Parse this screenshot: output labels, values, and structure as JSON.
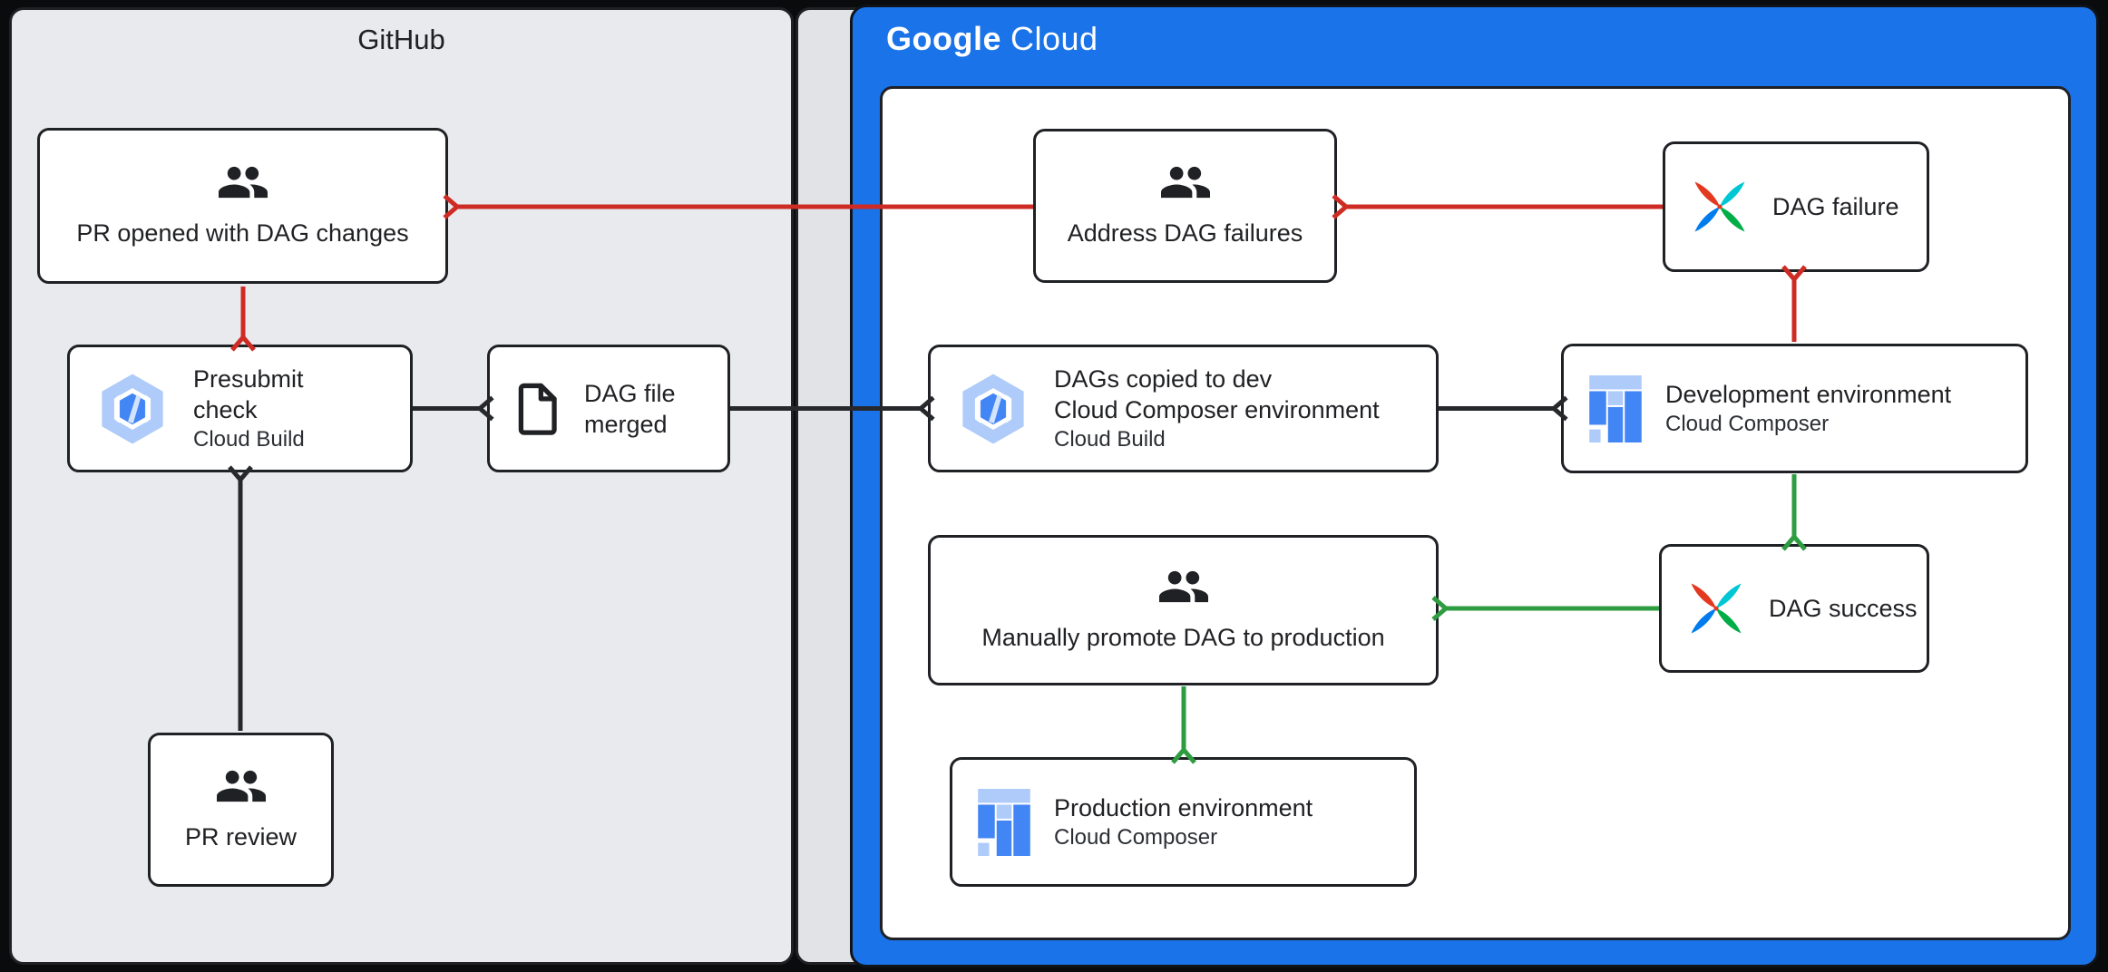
{
  "colors": {
    "canvas_black": "#0A0B0D",
    "github_gray": "#E8EAED",
    "strip_gray": "#E2E3E7",
    "panel_blue": "#1A73E8",
    "border_dark": "#1F2125",
    "text_dark": "#202124",
    "arrow_red": "#CE2B24",
    "arrow_green": "#2E9C41",
    "arrow_black": "#26282B",
    "icon_blue": "#4285F4",
    "icon_blue_light": "#AECBFA",
    "icon_blue_pale": "#D2E3FC",
    "airflow_red": "#E43921",
    "airflow_teal": "#00C7D4",
    "airflow_green": "#00AD46",
    "airflow_blue": "#017CEE"
  },
  "panels": {
    "github": {
      "title": "GitHub"
    },
    "google_cloud": {
      "brand": "Google",
      "brand2": "Cloud"
    }
  },
  "nodes": {
    "pr_opened": {
      "icon": "people-icon",
      "lines": [
        "PR opened with DAG changes"
      ]
    },
    "presubmit": {
      "icon": "cloud-build-icon",
      "lines": [
        "Presubmit",
        "check"
      ],
      "subtitle": "Cloud Build"
    },
    "dag_merged": {
      "icon": "document-icon",
      "lines": [
        "DAG file",
        "merged"
      ]
    },
    "pr_review": {
      "icon": "people-icon",
      "lines": [
        "PR review"
      ]
    },
    "address_failures": {
      "icon": "people-icon",
      "lines": [
        "Address DAG failures"
      ]
    },
    "dag_failure": {
      "icon": "airflow-icon",
      "lines": [
        "DAG failure"
      ]
    },
    "dags_copied": {
      "icon": "cloud-build-icon",
      "lines": [
        "DAGs copied to dev",
        "Cloud Composer environment"
      ],
      "subtitle": "Cloud Build"
    },
    "dev_env": {
      "icon": "cloud-composer-icon",
      "lines": [
        "Development environment"
      ],
      "subtitle": "Cloud Composer"
    },
    "manually_promote": {
      "icon": "people-icon",
      "lines": [
        "Manually promote DAG to production"
      ]
    },
    "dag_success": {
      "icon": "airflow-icon",
      "lines": [
        "DAG success"
      ]
    },
    "prod_env": {
      "icon": "cloud-composer-icon",
      "lines": [
        "Production environment"
      ],
      "subtitle": "Cloud Composer"
    }
  },
  "edges": [
    {
      "from": "dag_failure",
      "to": "address_failures",
      "color": "red"
    },
    {
      "from": "address_failures",
      "to": "pr_opened",
      "color": "red"
    },
    {
      "from": "pr_opened",
      "to": "presubmit",
      "color": "red"
    },
    {
      "from": "dev_env",
      "to": "dag_failure",
      "color": "red"
    },
    {
      "from": "presubmit",
      "to": "dag_merged",
      "color": "black"
    },
    {
      "from": "dag_merged",
      "to": "dags_copied",
      "color": "black"
    },
    {
      "from": "dags_copied",
      "to": "dev_env",
      "color": "black"
    },
    {
      "from": "pr_review",
      "to": "presubmit",
      "color": "black"
    },
    {
      "from": "dev_env",
      "to": "dag_success",
      "color": "green"
    },
    {
      "from": "dag_success",
      "to": "manually_promote",
      "color": "green"
    },
    {
      "from": "manually_promote",
      "to": "prod_env",
      "color": "green"
    }
  ]
}
